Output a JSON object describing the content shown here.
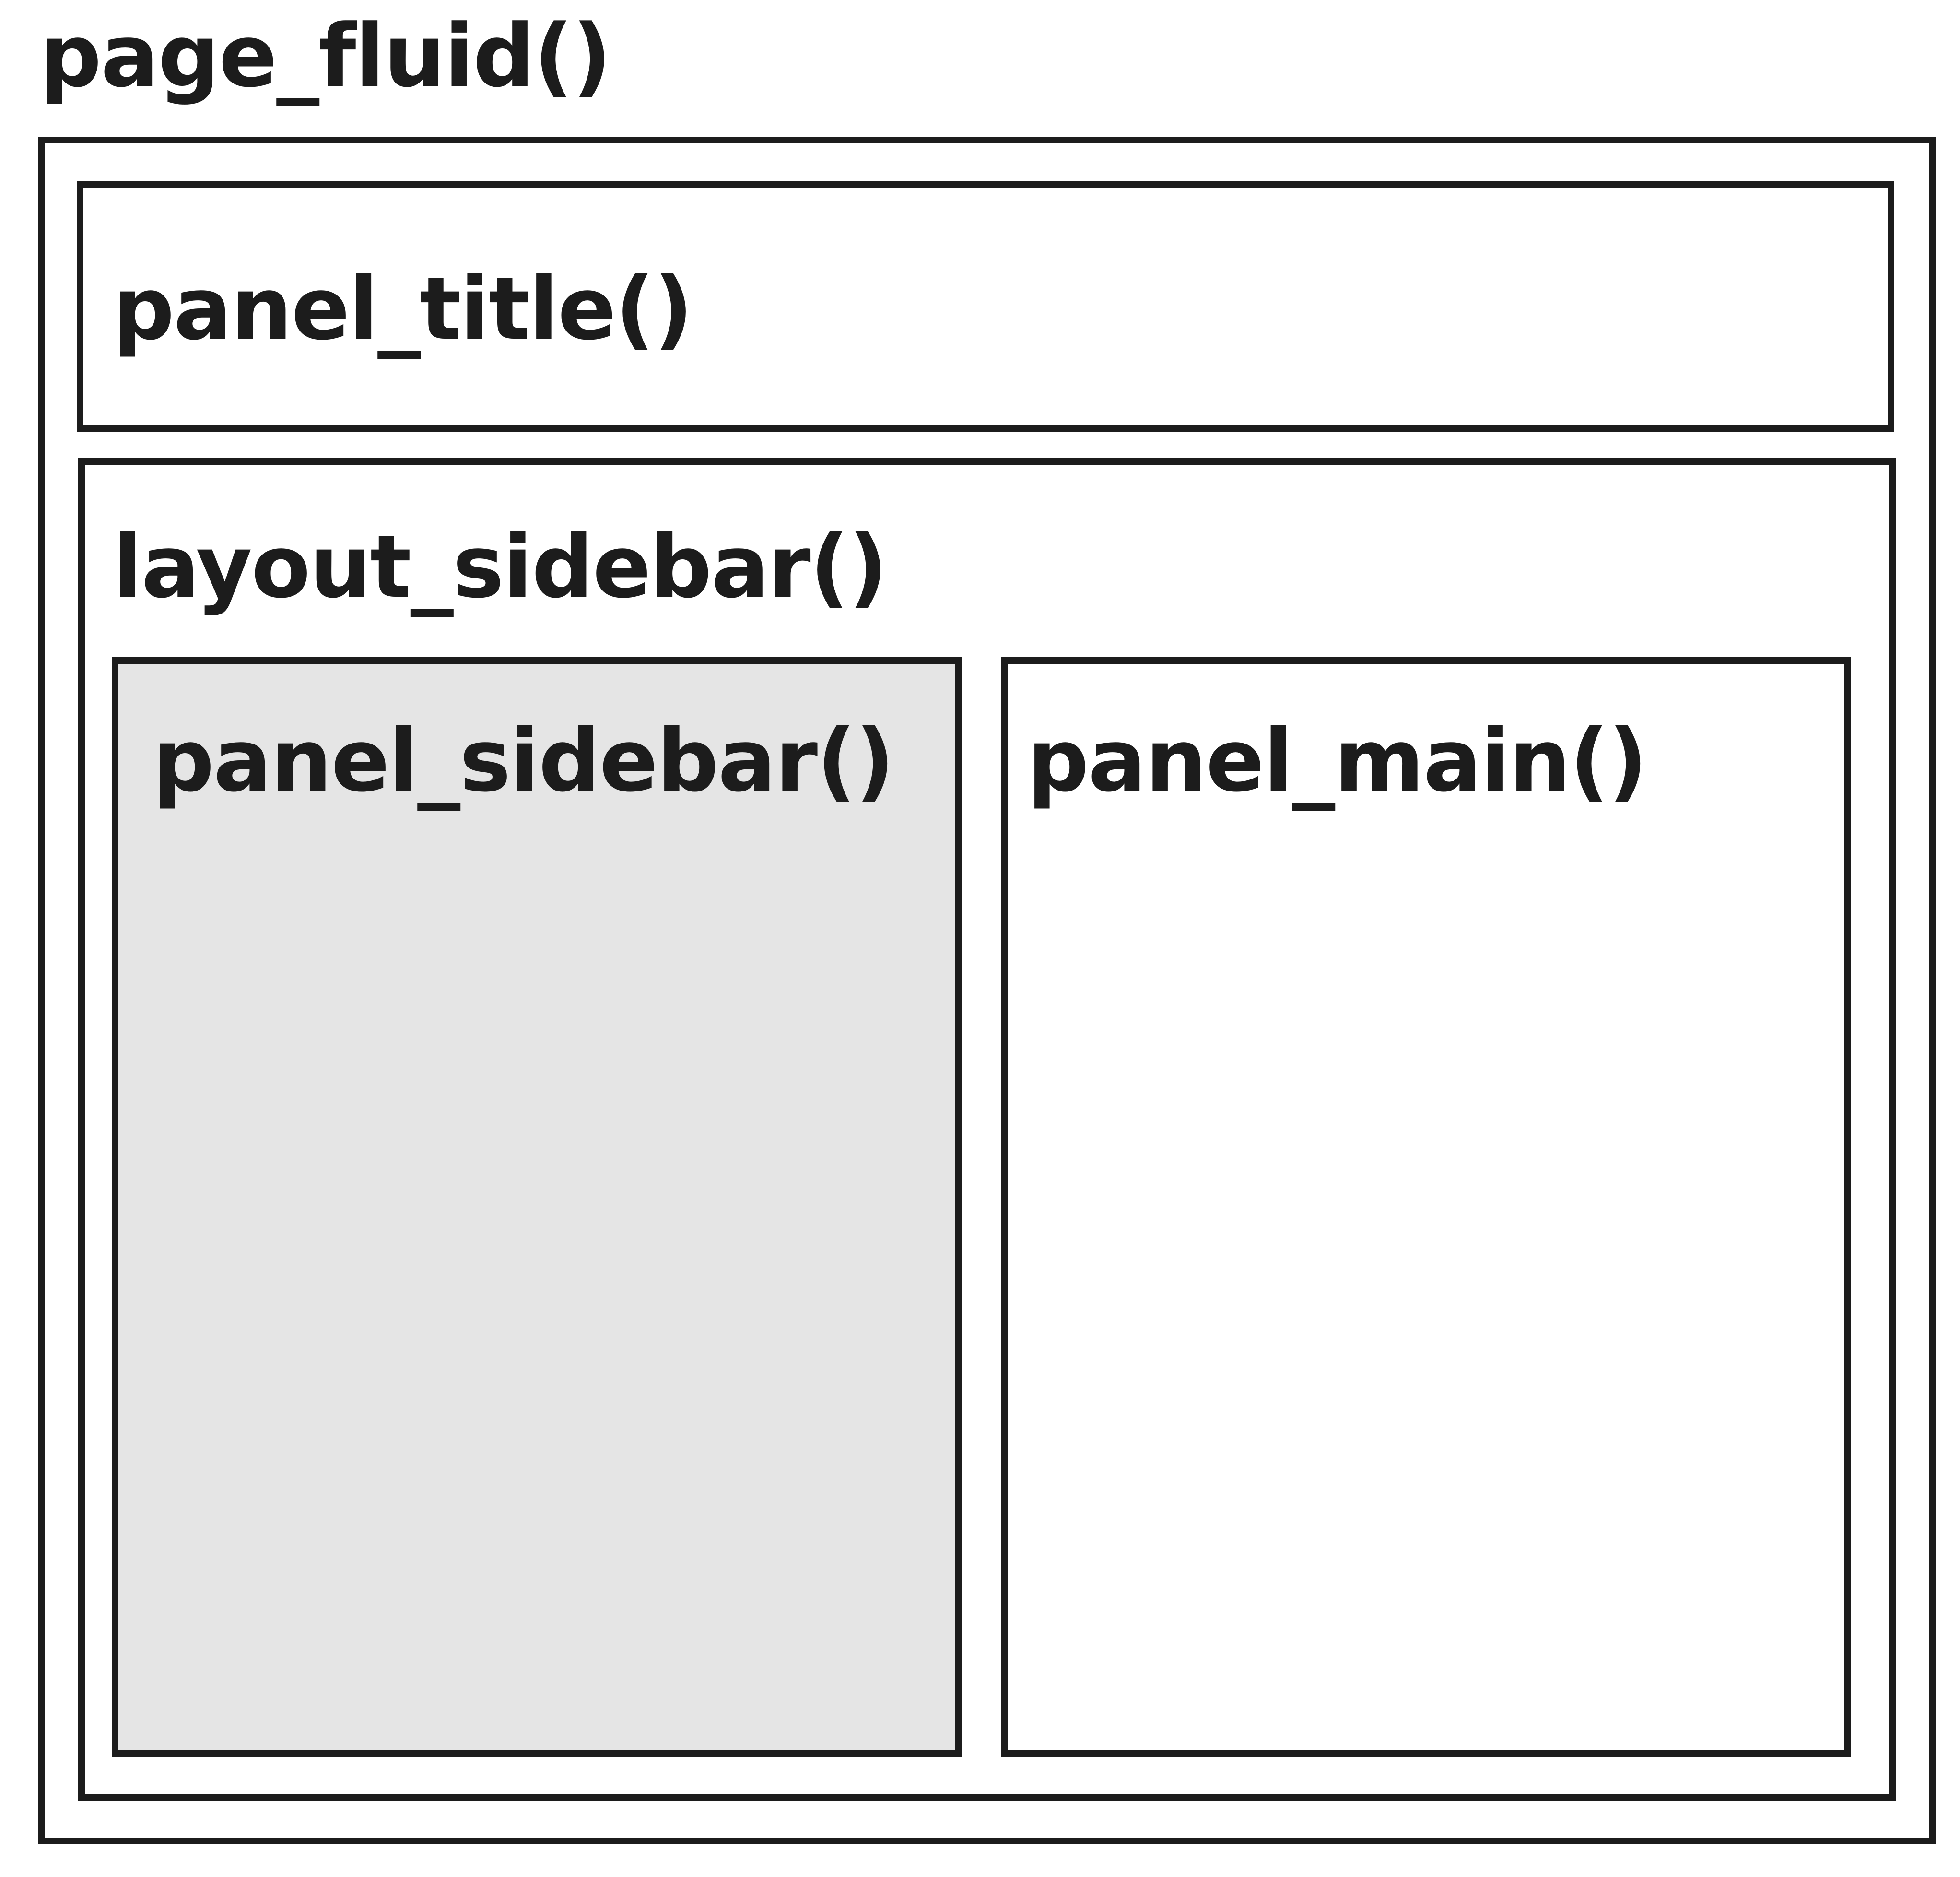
{
  "diagram": {
    "page": {
      "label": "page_fluid()"
    },
    "title_panel": {
      "label": "panel_title()"
    },
    "layout": {
      "label": "layout_sidebar()"
    },
    "sidebar_panel": {
      "label": "panel_sidebar()",
      "fill": "#e5e5e5"
    },
    "main_panel": {
      "label": "panel_main()",
      "fill": "#ffffff"
    },
    "border_color": "#1c1c1c"
  }
}
